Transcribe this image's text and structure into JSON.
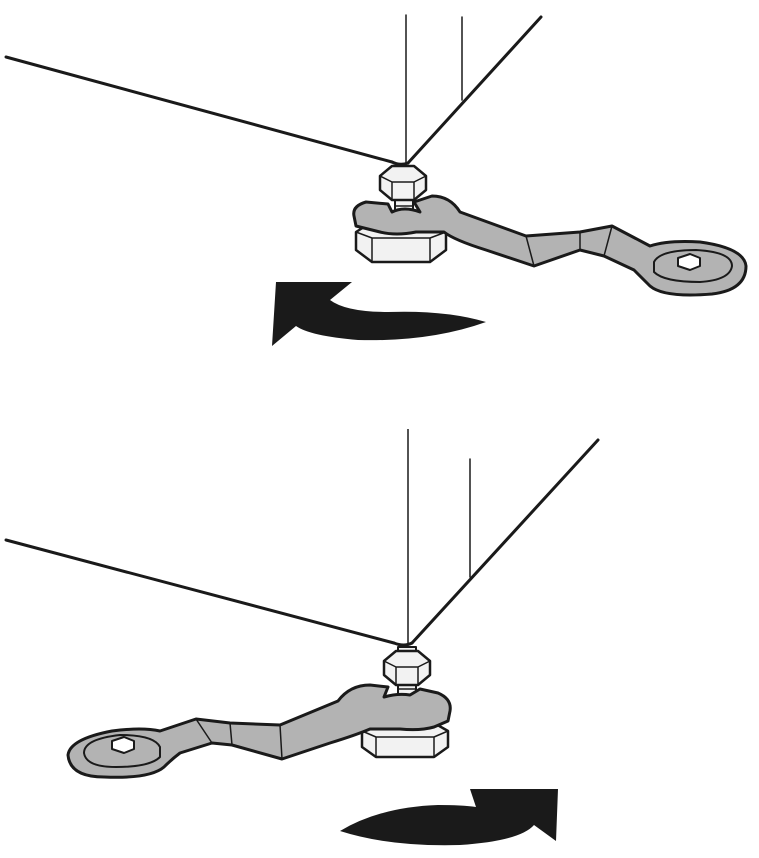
{
  "colors": {
    "line": "#1a1a1a",
    "wrench_fill": "#b3b3b3",
    "foot_fill": "#f2f2f2",
    "arrow_fill": "#1a1a1a",
    "background": "#ffffff"
  },
  "figures": [
    {
      "name": "top",
      "rotation": "counterclockwise",
      "wrench_side": "right"
    },
    {
      "name": "bottom",
      "rotation": "clockwise",
      "wrench_side": "left"
    }
  ]
}
